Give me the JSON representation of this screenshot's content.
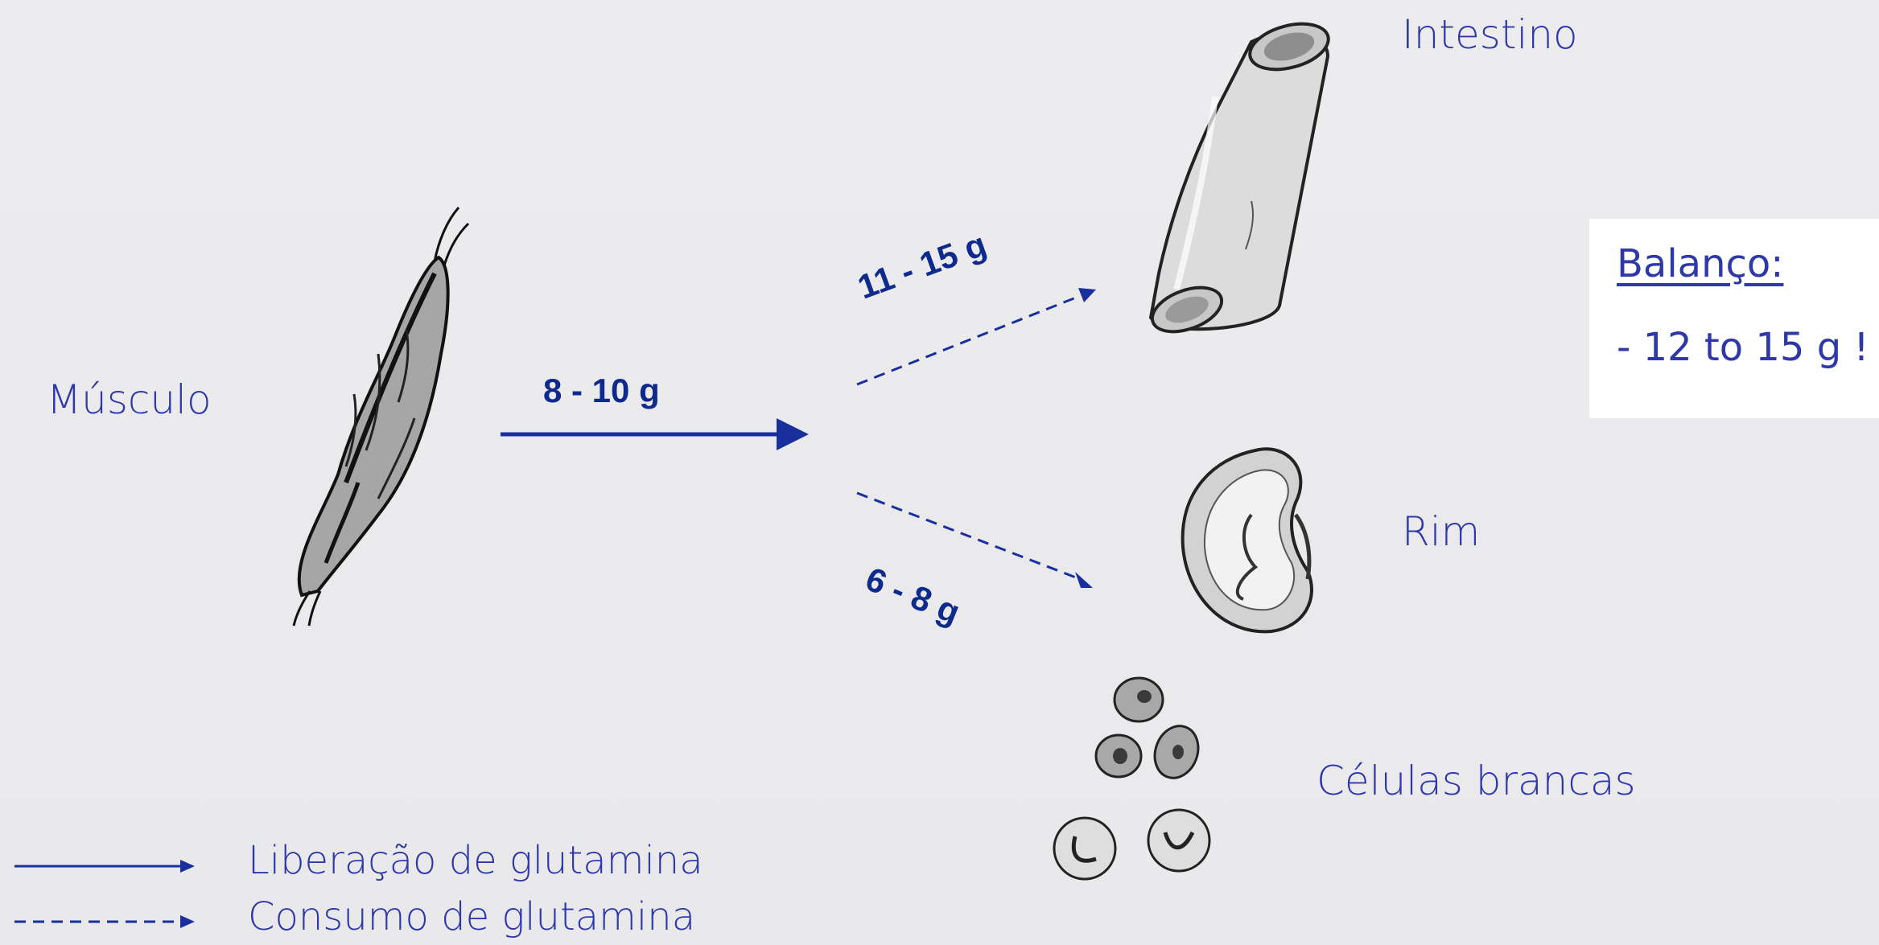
{
  "organs": {
    "source": "Músculo",
    "intestine": "Intestino",
    "kidney": "Rim",
    "white_cells": "Células brancas"
  },
  "flows": {
    "release_amount": "8 - 10 g",
    "intestine_amount": "11 - 15 g",
    "kidney_amount": "6 - 8 g"
  },
  "balance": {
    "title": "Balanço:",
    "value": "- 12 to 15 g !"
  },
  "legend": {
    "release": "Liberação de glutamina",
    "consumption": "Consumo de glutamina"
  },
  "colors": {
    "arrow": "#1a2f9e",
    "text": "#2e38a8",
    "background": "#ebebed"
  }
}
